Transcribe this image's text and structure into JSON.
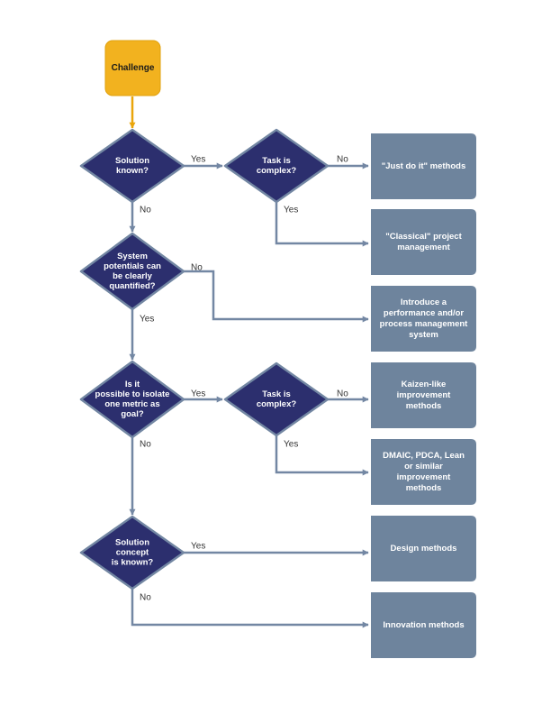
{
  "colors": {
    "start_fill": "#F2B21F",
    "start_stroke": "#E0A10E",
    "start_arrow": "#E9A50B",
    "decision_fill": "#2C2F6E",
    "decision_stroke": "#7387A3",
    "outcome_fill": "#6E849D",
    "edge": "#7387A3",
    "edge_label": "#333333"
  },
  "start": {
    "label": "Challenge"
  },
  "decisions": [
    {
      "id": "solution-known",
      "lines": [
        "Solution",
        "known?"
      ]
    },
    {
      "id": "task-complex-1",
      "lines": [
        "Task is",
        "complex?"
      ]
    },
    {
      "id": "system-potentials",
      "lines": [
        "System",
        "potentials can",
        "be clearly",
        "quantified?"
      ]
    },
    {
      "id": "isolate-metric",
      "lines": [
        "Is it",
        "possible to isolate",
        "one metric as",
        "goal?"
      ]
    },
    {
      "id": "task-complex-2",
      "lines": [
        "Task is",
        "complex?"
      ]
    },
    {
      "id": "solution-concept",
      "lines": [
        "Solution",
        "concept",
        "is known?"
      ]
    }
  ],
  "outcomes": [
    {
      "id": "just-do-it",
      "lines": [
        "\"Just do it\" methods"
      ]
    },
    {
      "id": "classical-pm",
      "lines": [
        "\"Classical\" project",
        "management"
      ]
    },
    {
      "id": "performance-system",
      "lines": [
        "Introduce a",
        "performance and/or",
        "process management",
        "system"
      ]
    },
    {
      "id": "kaizen",
      "lines": [
        "Kaizen-like",
        "improvement",
        "methods"
      ]
    },
    {
      "id": "dmaic",
      "lines": [
        "DMAIC, PDCA, Lean",
        "or similar",
        "improvement",
        "methods"
      ]
    },
    {
      "id": "design",
      "lines": [
        "Design methods"
      ]
    },
    {
      "id": "innovation",
      "lines": [
        "Innovation methods"
      ]
    }
  ],
  "edges": [
    {
      "id": "challenge-to-solution-known",
      "label": ""
    },
    {
      "id": "solution-known-yes",
      "label": "Yes"
    },
    {
      "id": "task1-no",
      "label": "No"
    },
    {
      "id": "task1-yes",
      "label": "Yes"
    },
    {
      "id": "solution-known-no",
      "label": "No"
    },
    {
      "id": "potentials-no",
      "label": "No"
    },
    {
      "id": "potentials-yes",
      "label": "Yes"
    },
    {
      "id": "isolate-yes",
      "label": "Yes"
    },
    {
      "id": "task2-no",
      "label": "No"
    },
    {
      "id": "task2-yes",
      "label": "Yes"
    },
    {
      "id": "isolate-no",
      "label": "No"
    },
    {
      "id": "concept-yes",
      "label": "Yes"
    },
    {
      "id": "concept-no",
      "label": "No"
    }
  ]
}
